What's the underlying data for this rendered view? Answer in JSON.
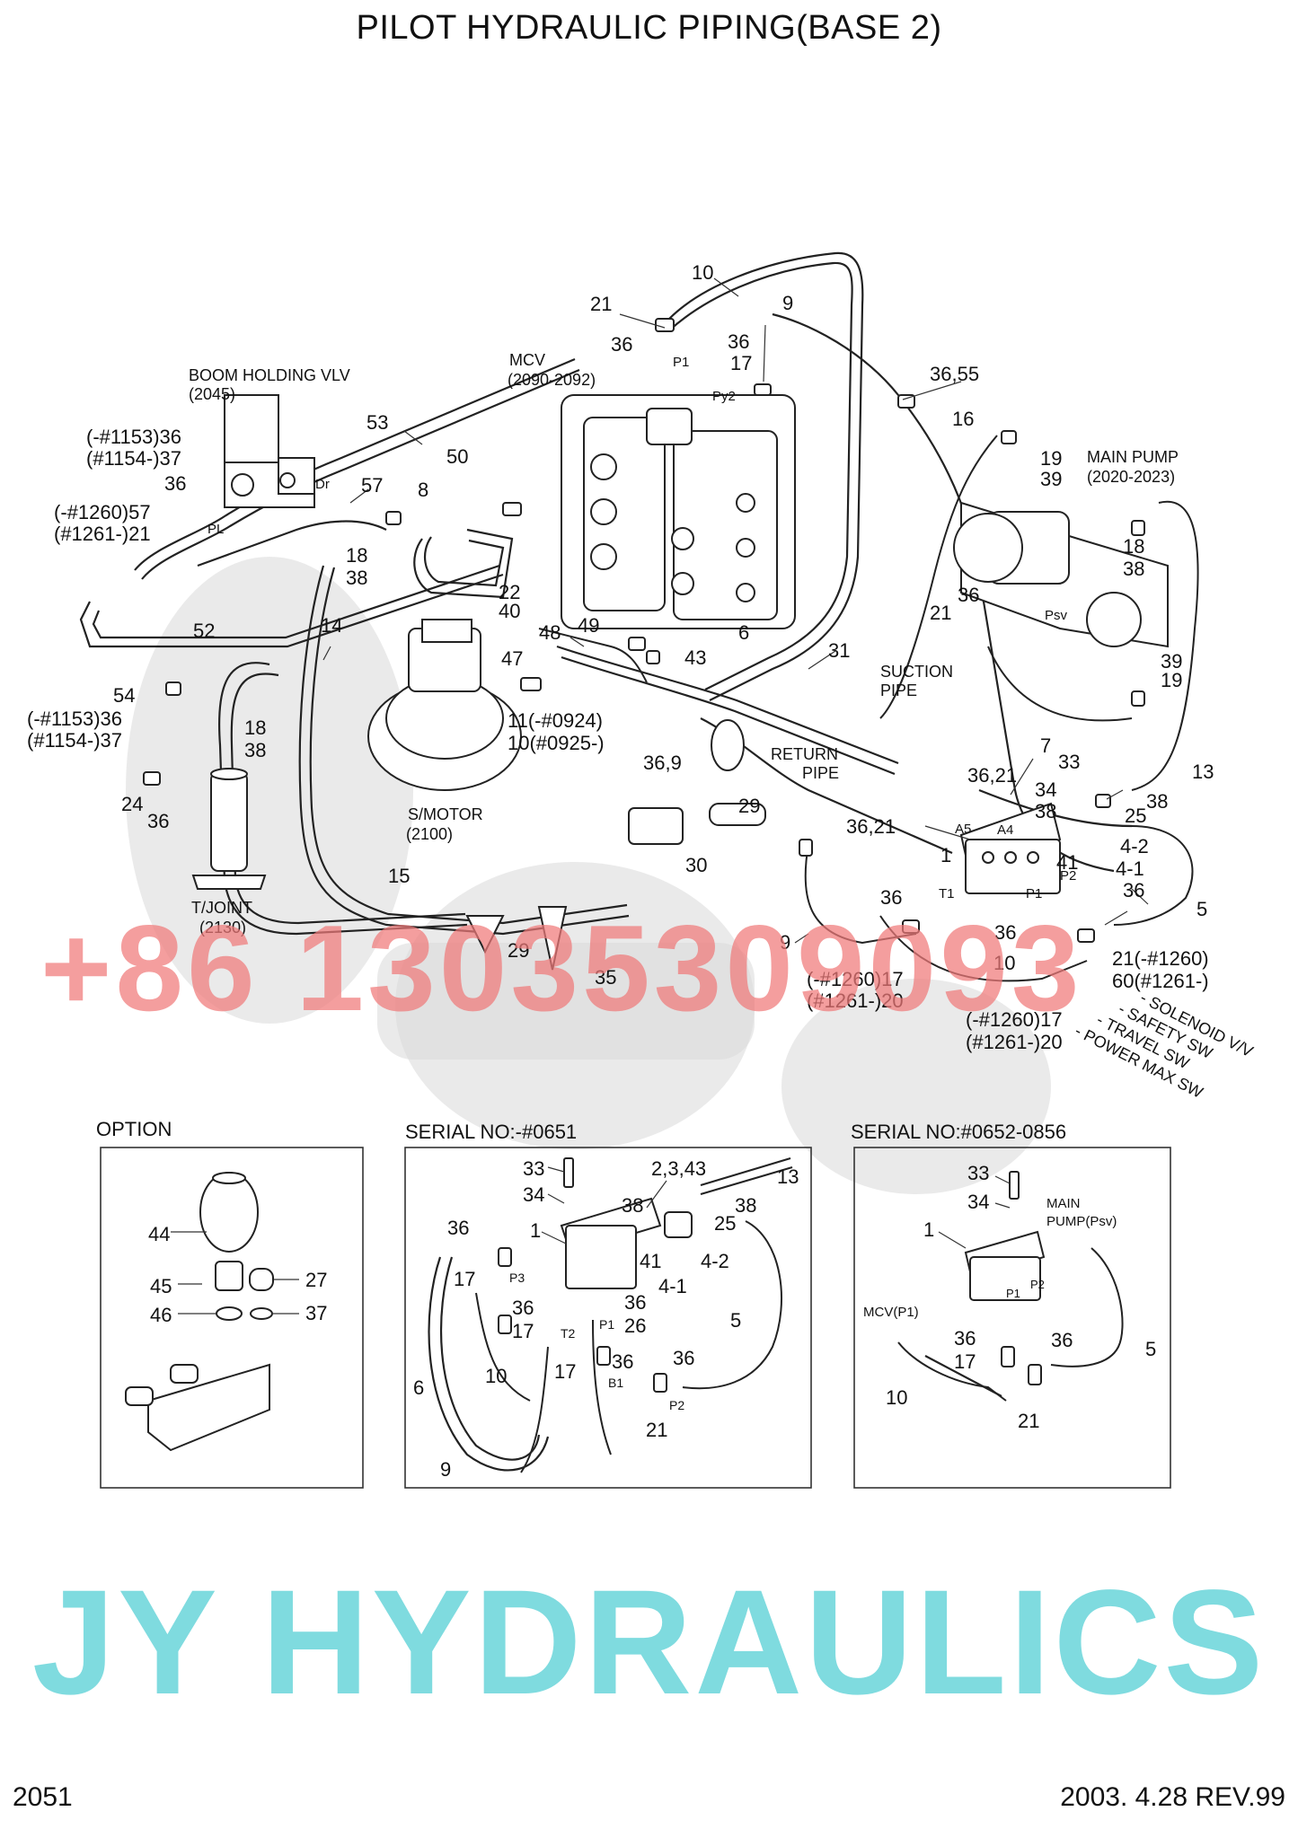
{
  "title": "PILOT HYDRAULIC PIPING(BASE 2)",
  "footer": {
    "page_number": "2051",
    "date_rev": "2003. 4.28  REV.99"
  },
  "watermarks": {
    "phone": "+86 13035309093",
    "brand": "JY HYDRAULICS"
  },
  "components": {
    "boom_holding": "BOOM HOLDING VLV",
    "boom_holding_code": "(2045)",
    "mcv": "MCV",
    "mcv_code": "(2090-2092)",
    "main_pump": "MAIN PUMP",
    "main_pump_code": "(2020-2023)",
    "suction": "SUCTION",
    "suction_pipe": "PIPE",
    "return": "RETURN",
    "return_pipe": "PIPE",
    "s_motor": "S/MOTOR",
    "s_motor_code": "(2100)",
    "t_joint": "T/JOINT",
    "t_joint_code": "(2130)"
  },
  "switch_list": [
    "- SOLENOID V/V",
    "- SAFETY SW",
    "- TRAVEL SW",
    "- POWER MAX SW"
  ],
  "port_labels": {
    "p1_mcv": "P1",
    "py2": "Py2",
    "dr": "Dr",
    "pl": "PL",
    "psv": "Psv",
    "a5": "A5",
    "a4": "A4",
    "t1": "T1",
    "p1_block": "P1",
    "p2_block": "P2"
  },
  "main_labels": {
    "l10_top": "10",
    "l9_top": "9",
    "l21_top": "21",
    "l36_mcv": "36",
    "l36_17": "36",
    "l17_mcv": "17",
    "l36_55": "36,55",
    "l16": "16",
    "l19_top": "19",
    "l39_top": "39",
    "l53": "53",
    "l57": "57",
    "bh_36a": "(-#1153)36",
    "bh_37a": "(#1154-)37",
    "bh_36b": "36",
    "bh_57": "(-#1260)57",
    "bh_21": "(#1261-)21",
    "l8": "8",
    "l50": "50",
    "l18a": "18",
    "l38a": "38",
    "l22": "22",
    "l40": "40",
    "l18_pump": "18",
    "l38_pump": "38",
    "l36_pump": "36",
    "l21_pump": "21",
    "l14": "14",
    "l52": "52",
    "l48": "48",
    "l49": "49",
    "l6": "6",
    "l43": "43",
    "l31": "31",
    "l47": "47",
    "l11": "11(-#0924)",
    "l10_925": "10(#0925-)",
    "l54": "54",
    "l36c": "(-#1153)36",
    "l37c": "(#1154-)37",
    "l18b": "18",
    "l38b": "38",
    "l24": "24",
    "l36d": "36",
    "l36_9": "36,9",
    "l29a": "29",
    "l7": "7",
    "l33": "33",
    "l13": "13",
    "l36_21a": "36,21",
    "l34": "34",
    "l38c": "38",
    "l38d": "38",
    "l25": "25",
    "l36_21b": "36,21",
    "l1": "1",
    "l41": "41",
    "l4_2": "4-2",
    "l4_1": "4-1",
    "l36e": "36",
    "l5": "5",
    "l30": "30",
    "l39b": "39",
    "l19b": "19",
    "l15": "15",
    "l36f": "36",
    "l9b": "9",
    "l36g": "36",
    "l10b": "10",
    "l29b": "29",
    "l35": "35",
    "l17a": "(-#1260)17",
    "l20a": "(#1261-)20",
    "l17b": "(-#1260)17",
    "l20b": "(#1261-)20",
    "l21b": "21(-#1260)",
    "l60": "60(#1261-)"
  },
  "panels": {
    "option": {
      "header": "OPTION",
      "labels": {
        "p44": "44",
        "p45": "45",
        "p46": "46",
        "p27": "27",
        "p37": "37"
      }
    },
    "serial_a": {
      "header": "SERIAL NO:-#0651",
      "labels": {
        "p33": "33",
        "p34": "34",
        "p2_3_43": "2,3,43",
        "p13": "13",
        "p38a": "38",
        "p38b": "38",
        "p25": "25",
        "p1": "1",
        "p36a": "36",
        "p41": "41",
        "p4_2": "4-2",
        "p4_1": "4-1",
        "p17a": "17",
        "p36b": "36",
        "p36c": "36",
        "p17b": "17",
        "p26": "26",
        "p5": "5",
        "p36d": "36",
        "p17c": "17",
        "p36e": "36",
        "p10": "10",
        "p6": "6",
        "p21": "21",
        "p9": "9"
      },
      "ports": {
        "p3": "P3",
        "t2": "T2",
        "p1": "P1",
        "b1": "B1",
        "p2": "P2"
      }
    },
    "serial_b": {
      "header": "SERIAL NO:#0652-0856",
      "labels": {
        "p33": "33",
        "p34": "34",
        "main_pump": "MAIN",
        "main_pump_psv": "PUMP(Psv)",
        "p1": "1",
        "mcv_p1": "MCV(P1)",
        "p36a": "36",
        "p17": "17",
        "p36b": "36",
        "p5": "5",
        "p10": "10",
        "p21": "21"
      },
      "ports": {
        "p1": "P1",
        "p2": "P2"
      }
    }
  }
}
